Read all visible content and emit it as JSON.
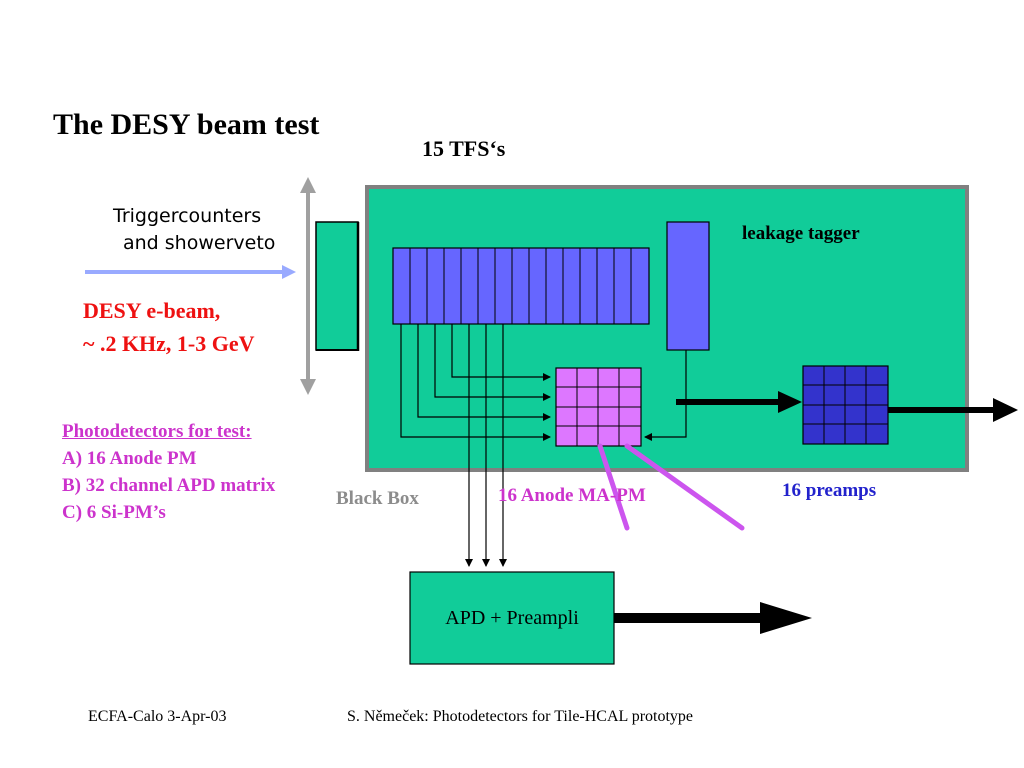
{
  "title": "The DESY beam test",
  "tfs_label": "15 TFS‘s",
  "trigger": {
    "line1": "Triggercounters",
    "line2": "and showerveto"
  },
  "beam": {
    "line1": "DESY  e-beam,",
    "line2": "~ .2 KHz, 1-3 GeV"
  },
  "photodetectors": {
    "heading": "Photodetectors for test:",
    "items": [
      "A) 16 Anode PM",
      "B) 32 channel APD matrix",
      "C) 6 Si-PM’s"
    ]
  },
  "labels": {
    "black_box": "Black Box",
    "ma_pm": "16 Anode MA-PM",
    "preamps": "16 preamps",
    "leakage_tagger": "leakage tagger",
    "apd_box": "APD + Preampli"
  },
  "footer": {
    "left": "ECFA-Calo 3-Apr-03",
    "right": "S. Němeček: Photodetectors for Tile-HCAL prototype"
  },
  "colors": {
    "box_green": "#11cc99",
    "tile_blue": "#6666ff",
    "mapm_violet": "#dd77ff",
    "preamp_blue": "#3333cc",
    "beam_arrow": "#99aaff",
    "fiber_violet": "#cc55ee"
  }
}
